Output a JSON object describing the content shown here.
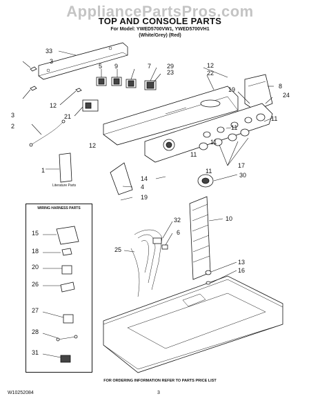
{
  "watermark": "AppliancePartsPros.com",
  "title": "TOP AND CONSOLE PARTS",
  "model_line": "For Model: YWED5700VW1, YWED5700VH1",
  "color_line": "(White/Grey)          (Red)",
  "harness_box_title": "WIRING HARNESS PARTS",
  "literature_label": "Literature Parts",
  "footer_note": "FOR ORDERING INFORMATION REFER TO PARTS PRICE LIST",
  "doc_number": "W10252084",
  "page_number": "3",
  "callouts": {
    "c33": "33",
    "c3a": "3",
    "c3b": "3",
    "c12a": "12",
    "c12b": "12",
    "c12c": "12",
    "c21": "21",
    "c2": "2",
    "c1": "1",
    "c5": "5",
    "c9": "9",
    "c7": "7",
    "c29": "29",
    "c23": "23",
    "c22": "22",
    "c8": "8",
    "c19a": "19",
    "c24": "24",
    "c11a": "11",
    "c11b": "11",
    "c11c": "11",
    "c11d": "11",
    "c11e": "11",
    "c17": "17",
    "c14": "14",
    "c4": "4",
    "c19b": "19",
    "c30": "30",
    "c32": "32",
    "c6": "6",
    "c25": "25",
    "c10": "10",
    "c13": "13",
    "c16": "16",
    "c15": "15",
    "c18": "18",
    "c20": "20",
    "c26": "26",
    "c27": "27",
    "c28": "28",
    "c31": "31"
  }
}
